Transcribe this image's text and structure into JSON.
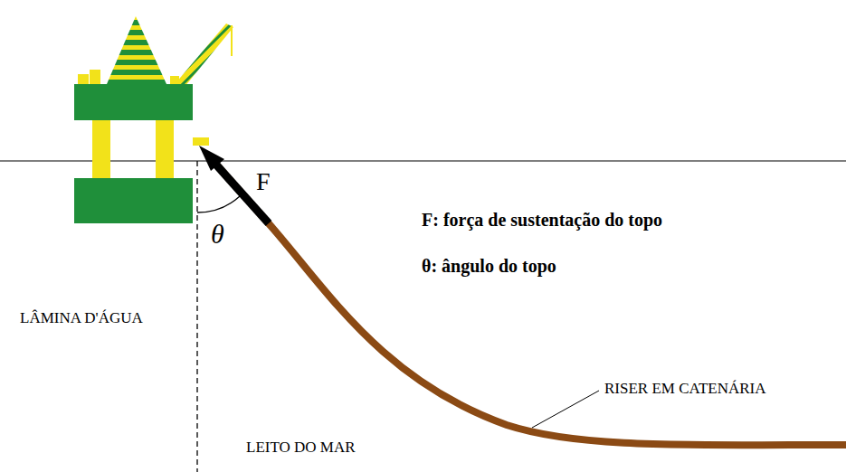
{
  "diagram": {
    "labels": [
      "F",
      "F: força de sustentação do topo",
      "θ",
      "θ: ângulo do topo",
      "LÂMINA D'ÁGUA",
      "RISER EM CATENÁRIA",
      "LEITO DO MAR"
    ]
  }
}
